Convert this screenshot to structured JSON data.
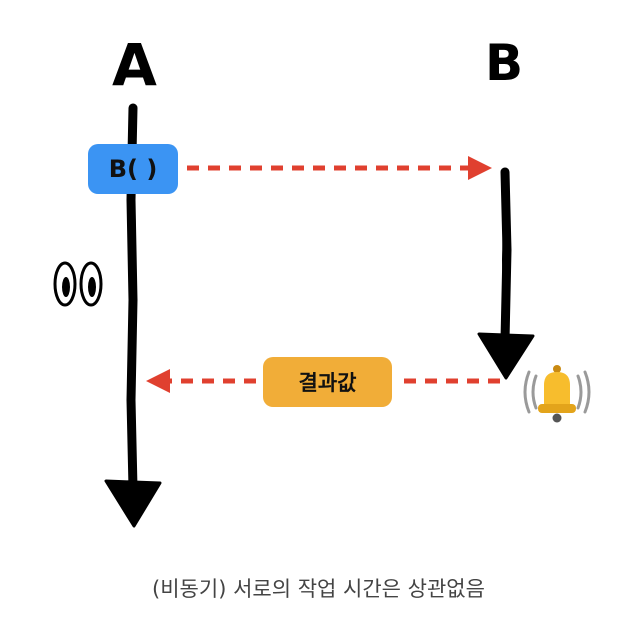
{
  "lanes": {
    "a_label": "A",
    "b_label": "B"
  },
  "call_box": {
    "label": "B( )",
    "color": "#3b94f3"
  },
  "result_box": {
    "label": "결과값",
    "color": "#f1ad38"
  },
  "arrow_color": "#e0402f",
  "caption": "(비동기) 서로의 작업 시간은 상관없음"
}
